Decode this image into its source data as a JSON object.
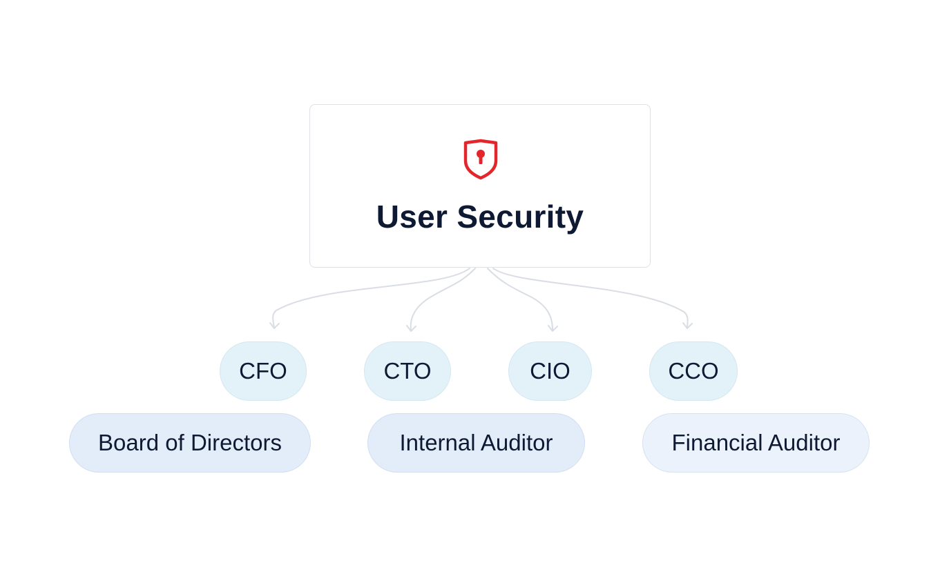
{
  "root": {
    "title": "User Security",
    "icon": "shield-keyhole-icon",
    "icon_color": "#e3262c"
  },
  "roles": [
    {
      "label": "CFO"
    },
    {
      "label": "CTO"
    },
    {
      "label": "CIO"
    },
    {
      "label": "CCO"
    }
  ],
  "groups": [
    {
      "label": "Board of Directors"
    },
    {
      "label": "Internal Auditor"
    },
    {
      "label": "Financial Auditor"
    }
  ],
  "colors": {
    "text": "#0e1a33",
    "role_fill": "#e3f2f9",
    "group_fill": "#e2edf9",
    "connector": "#d9dde4",
    "border": "#dfe1e6"
  }
}
